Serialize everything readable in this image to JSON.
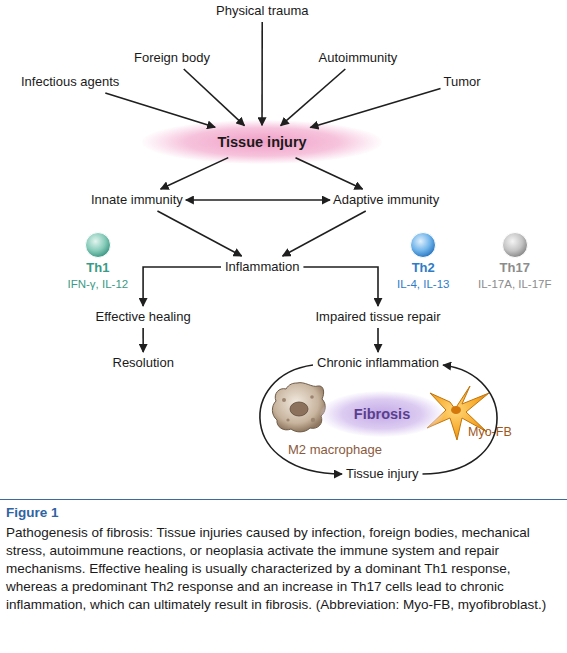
{
  "diagram": {
    "caption": "Pathogenesis of fibrosis: Tissue injuries caused by infection, foreign bodies, mechanical stress, autoimmune reactions, or neoplasia activate the immune system and repair mechanisms. Effective healing is usually characterized by a dominant Th1 response, whereas a predominant Th2 response and an increase in Th17 cells lead to chronic inflammation, which can ultimately result in fibrosis. (Abbreviation: Myo-FB, myofibroblast.)",
    "nodes": [
      {
        "text": [
          "Physical trauma"
        ]
      },
      {
        "text": [
          "Foreign body"
        ]
      },
      {
        "text": [
          "Autoimmunity"
        ]
      },
      {
        "text": [
          "Infectious agents"
        ]
      },
      {
        "text": [
          "Tumor"
        ]
      },
      {
        "text": [
          "Tissue injury"
        ]
      },
      {
        "text": [
          "Innate immunity"
        ]
      },
      {
        "text": [
          "Adaptive immunity"
        ]
      },
      {
        "text": [
          "Th1",
          "IFN-γ, IL-12"
        ]
      },
      {
        "text": [
          "Th2",
          "IL-4, IL-13"
        ]
      },
      {
        "text": [
          "Th17",
          "IL-17A, IL-17F"
        ]
      },
      {
        "text": [
          "Inflammation"
        ]
      },
      {
        "text": [
          "Effective healing"
        ]
      },
      {
        "text": [
          "Impaired tissue repair"
        ]
      },
      {
        "text": [
          "Resolution"
        ]
      },
      {
        "text": [
          "Chronic inflammation"
        ]
      },
      {
        "text": [
          "Fibrosis"
        ]
      },
      {
        "text": [
          "Tissue injury"
        ]
      }
    ],
    "edges": [
      {
        "from": 0,
        "to": 5,
        "arrow": "to"
      },
      {
        "from": 1,
        "to": 5,
        "arrow": "to"
      },
      {
        "from": 2,
        "to": 5,
        "arrow": "to"
      },
      {
        "from": 3,
        "to": 5,
        "arrow": "to"
      },
      {
        "from": 4,
        "to": 5,
        "arrow": "to"
      },
      {
        "from": 5,
        "to": 6,
        "arrow": "to"
      },
      {
        "from": 5,
        "to": 7,
        "arrow": "to"
      },
      {
        "from": 6,
        "to": 7,
        "arrow": "both"
      },
      {
        "from": 6,
        "to": 11,
        "arrow": "to"
      },
      {
        "from": 7,
        "to": 11,
        "arrow": "to"
      },
      {
        "from": 11,
        "to": 12,
        "arrow": "to"
      },
      {
        "from": 11,
        "to": 13,
        "arrow": "to"
      },
      {
        "from": 12,
        "to": 14,
        "arrow": "to"
      },
      {
        "from": 13,
        "to": 15,
        "arrow": "to"
      },
      {
        "from": 15,
        "to": 17,
        "arrow": "to"
      },
      {
        "from": 17,
        "to": 15,
        "arrow": "to"
      }
    ],
    "labels": [
      "M2 macrophage",
      "Myo-FB",
      "Figure 1"
    ]
  }
}
